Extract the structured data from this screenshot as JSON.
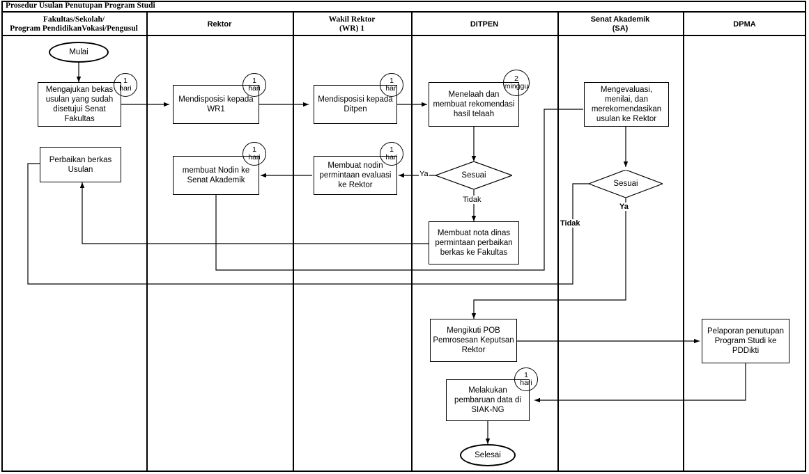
{
  "title": "Prosedur Usulan Penutupan Program Studi",
  "columns": [
    {
      "id": "fakultas",
      "label": "Fakultas/Sekolah/\nProgram PendidikanVokasi/Pengusul",
      "label_l1": "Fakultas/Sekolah/",
      "label_l2": "Program PendidikanVokasi/Pengusul"
    },
    {
      "id": "rektor",
      "label": "Rektor",
      "label_l1": "Rektor",
      "label_l2": ""
    },
    {
      "id": "wr1",
      "label": "Wakil Rektor\n(WR) 1",
      "label_l1": "Wakil Rektor",
      "label_l2": "(WR) 1"
    },
    {
      "id": "ditpen",
      "label": "DITPEN",
      "label_l1": "DITPEN",
      "label_l2": ""
    },
    {
      "id": "sa",
      "label": "Senat Akademik\n(SA)",
      "label_l1": "Senat Akademik",
      "label_l2": "(SA)"
    },
    {
      "id": "dpma",
      "label": "DPMA",
      "label_l1": "DPMA",
      "label_l2": ""
    }
  ],
  "nodes": {
    "start": {
      "text": "Mulai",
      "type": "terminator",
      "lane": "fakultas"
    },
    "mengajukan": {
      "text": "Mengajukan bekas usulan yang sudah disetujui Senat Fakultas",
      "type": "process",
      "lane": "fakultas"
    },
    "perbaikan": {
      "text": "Perbaikan berkas Usulan",
      "type": "process",
      "lane": "fakultas"
    },
    "disposisi_wr1": {
      "text": "Mendisposisi kepada WR1",
      "type": "process",
      "lane": "rektor"
    },
    "nodin_sa": {
      "text": "membuat Nodin ke Senat Akademik",
      "type": "process",
      "lane": "rektor"
    },
    "disposisi_ditpen": {
      "text": "Mendisposisi kepada Ditpen",
      "type": "process",
      "lane": "wr1"
    },
    "nodin_rektor": {
      "text": "Membuat nodin permintaan evaluasi ke Rektor",
      "type": "process",
      "lane": "wr1"
    },
    "menelaah": {
      "text": "Menelaah dan membuat rekomendasi hasil telaah",
      "type": "process",
      "lane": "ditpen"
    },
    "sesuai_ditpen": {
      "text": "Sesuai",
      "type": "decision",
      "lane": "ditpen"
    },
    "nota_dinas": {
      "text": "Membuat nota dinas permintaan perbaikan berkas ke Fakultas",
      "type": "process",
      "lane": "ditpen"
    },
    "pob": {
      "text": "Mengikuti POB Pemrosesan Keputsan Rektor",
      "type": "process",
      "lane": "ditpen"
    },
    "siakng": {
      "text": "Melakukan pembaruan data di SIAK-NG",
      "type": "process",
      "lane": "ditpen"
    },
    "selesai": {
      "text": "Selesai",
      "type": "terminator",
      "lane": "ditpen"
    },
    "mengevaluasi": {
      "text": "Mengevaluasi, menilai, dan merekomendasikan usulan ke Rektor",
      "type": "process",
      "lane": "sa"
    },
    "sesuai_sa": {
      "text": "Sesuai",
      "type": "decision",
      "lane": "sa"
    },
    "pelaporan": {
      "text": "Pelaporan penutupan Program Studi ke PDDikti",
      "type": "process",
      "lane": "dpma"
    }
  },
  "durations": {
    "mengajukan": {
      "value": "1",
      "unit": "hari"
    },
    "disposisi_wr1": {
      "value": "1",
      "unit": "hari"
    },
    "disposisi_ditpen": {
      "value": "1",
      "unit": "hari"
    },
    "menelaah": {
      "value": "2",
      "unit": "minggu"
    },
    "nodin_sa": {
      "value": "1",
      "unit": "hari"
    },
    "nodin_rektor": {
      "value": "1",
      "unit": "hari"
    },
    "siakng": {
      "value": "1",
      "unit": "hari"
    }
  },
  "edge_labels": {
    "ditpen_ya": "Ya",
    "ditpen_tidak": "Tidak",
    "sa_ya": "Ya",
    "sa_tidak": "Tidak"
  },
  "colors": {
    "line": "#000000",
    "background": "#ffffff",
    "text": "#000000"
  }
}
